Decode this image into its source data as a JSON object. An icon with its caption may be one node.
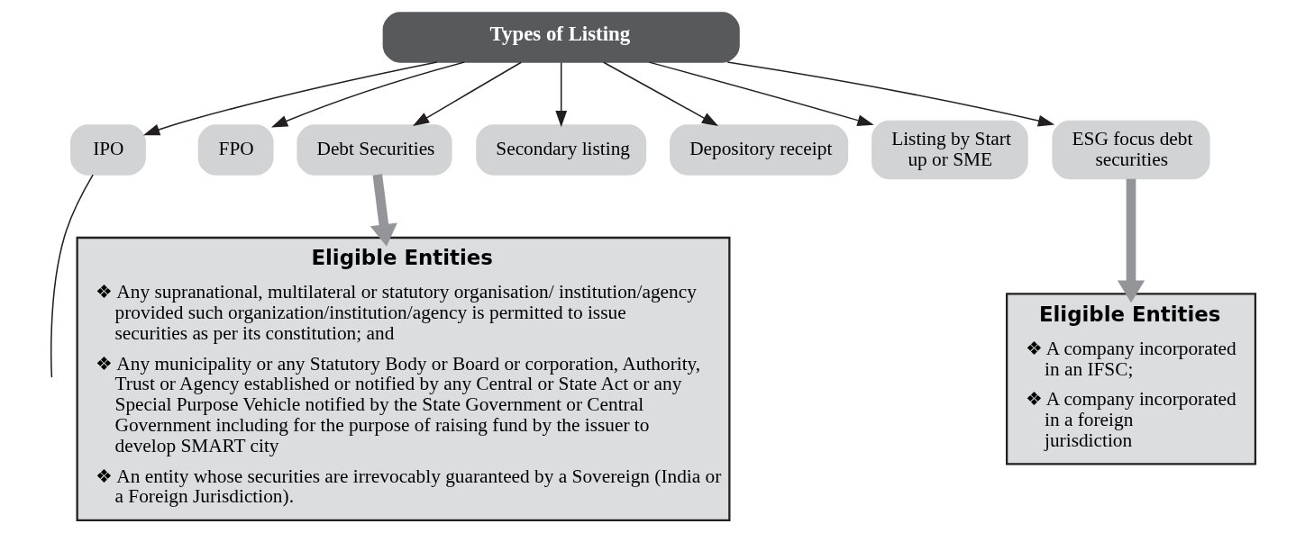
{
  "diagram": {
    "nodes": [
      {
        "text": [
          "Types of Listing"
        ]
      },
      {
        "text": [
          "IPO"
        ]
      },
      {
        "text": [
          "FPO"
        ]
      },
      {
        "text": [
          "Debt Securities"
        ]
      },
      {
        "text": [
          "Secondary listing"
        ]
      },
      {
        "text": [
          "Depository receipt"
        ]
      },
      {
        "text": [
          "Listing by Start up or SME"
        ]
      },
      {
        "text": [
          "ESG focus debt securities"
        ]
      },
      {
        "text": [
          "Eligible Entities",
          "❖ Any supranational, multilateral or statutory organisation/ institution/agency provided such organization/institution/agency is permitted to issue securities as per its constitution; and",
          "❖ Any municipality or any Statutory Body or Board or corporation, Authority, Trust or Agency established or notified by any Central or State Act or any Special Purpose Vehicle notified by the State Government or Central Government including for the purpose of raising fund by the issuer to develop SMART city",
          "❖ An entity whose securities are irrevocably guaranteed by a Sovereign (India or a Foreign Jurisdiction)."
        ]
      },
      {
        "text": [
          "Eligible Entities",
          "❖ A company incorporated in an IFSC;",
          "❖ A company incorporated in a foreign jurisdiction"
        ]
      }
    ],
    "edges": [
      {
        "from": 0,
        "to": 1,
        "arrow": "to"
      },
      {
        "from": 0,
        "to": 2,
        "arrow": "to"
      },
      {
        "from": 0,
        "to": 3,
        "arrow": "to"
      },
      {
        "from": 0,
        "to": 4,
        "arrow": "to"
      },
      {
        "from": 0,
        "to": 5,
        "arrow": "to"
      },
      {
        "from": 0,
        "to": 6,
        "arrow": "to"
      },
      {
        "from": 0,
        "to": 7,
        "arrow": "to"
      },
      {
        "from": 3,
        "to": 8,
        "arrow": "to",
        "style": "thick",
        "color": "#939598"
      },
      {
        "from": 7,
        "to": 9,
        "arrow": "to",
        "style": "thick",
        "color": "#939598"
      },
      {
        "from": 1,
        "to": null,
        "arrow": "none"
      }
    ]
  }
}
